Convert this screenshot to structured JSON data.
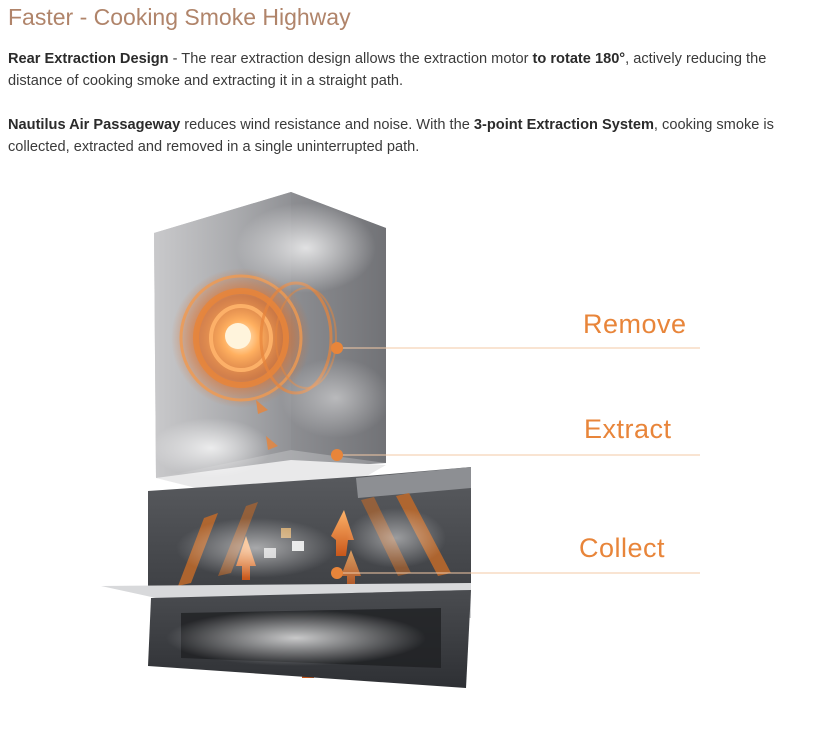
{
  "title": "Faster - Cooking Smoke Highway",
  "paragraph1": {
    "bold1": "Rear Extraction Design",
    "text1": " - The rear extraction design allows the extraction motor ",
    "bold2": "to rotate 180°",
    "text2": ", actively reducing the distance of cooking smoke and extracting it in a straight path."
  },
  "paragraph2": {
    "bold1": "Nautilus Air Passageway",
    "text1": " reduces wind resistance and noise. With the ",
    "bold2": "3-point Extraction System",
    "text2": ", cooking smoke is collected, extracted and removed in a single uninterrupted path."
  },
  "callouts": {
    "remove": "Remove",
    "extract": "Extract",
    "collect": "Collect"
  },
  "colors": {
    "title": "#b0846a",
    "accent": "#e8853a",
    "body_text": "#3a3a3a"
  }
}
